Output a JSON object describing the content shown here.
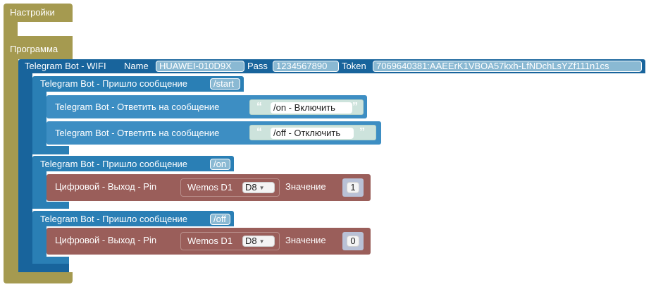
{
  "settings_label": "Настройки",
  "program_label": "Программа",
  "wifi": {
    "title": "Telegram Bot - WIFI",
    "name_label": "Name",
    "name_value": "HUAWEI-010D9X",
    "pass_label": "Pass",
    "pass_value": "1234567890",
    "token_label": "Token",
    "token_value": "7069640381:AAEErK1VBOA57kxh-LfNDchLsYZf111n1cs"
  },
  "handlers": [
    {
      "title": "Telegram Bot - Пришло сообщение",
      "command": "/start",
      "replies": [
        {
          "label": "Telegram Bot - Ответить на сообщение",
          "text": "/on - Включить"
        },
        {
          "label": "Telegram Bot - Ответить на сообщение",
          "text": "/off - Отключить"
        }
      ]
    },
    {
      "title": "Telegram Bot - Пришло сообщение",
      "command": "/on",
      "output": {
        "label": "Цифровой - Выход - Pin",
        "board": "Wemos D1",
        "pin": "D8",
        "value_label": "Значение",
        "value": "1"
      }
    },
    {
      "title": "Telegram Bot - Пришло сообщение",
      "command": "/off",
      "output": {
        "label": "Цифровой - Выход - Pin",
        "board": "Wemos D1",
        "pin": "D8",
        "value_label": "Значение",
        "value": "0"
      }
    }
  ],
  "colors": {
    "program": "#a59a50",
    "telegram": "#18649c",
    "digital_out": "#9a5e5a"
  }
}
